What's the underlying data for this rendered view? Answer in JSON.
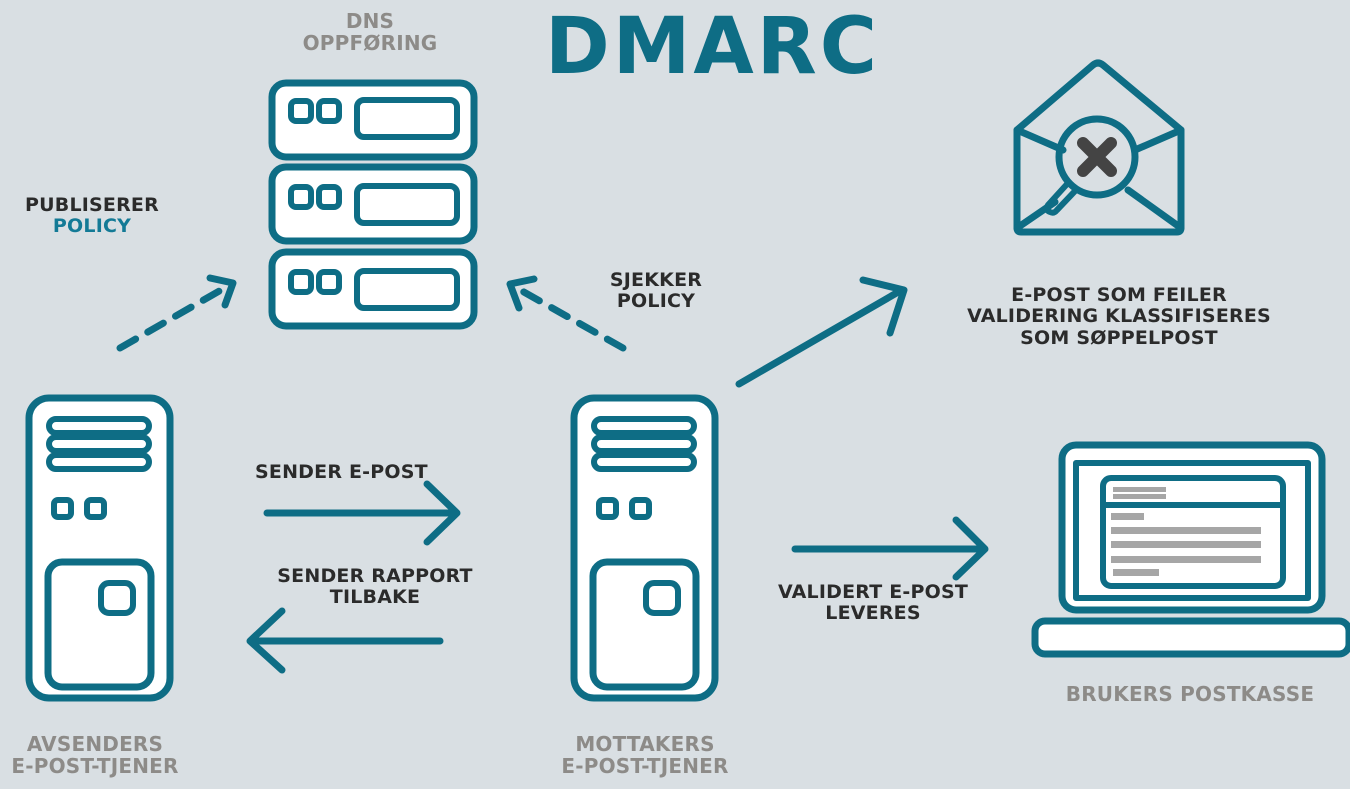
{
  "title": "DMARC",
  "colors": {
    "background": "#d9dfe3",
    "teal": "#0e6d85",
    "policy_accent": "#137a96",
    "label_dark": "#2b2b2b",
    "label_gray": "#8d8b88",
    "icon_fill": "#ffffff",
    "cross": "#444444",
    "screen_text_lines": "#a6a6a6"
  },
  "nodes": {
    "dns_record": {
      "label_lines": [
        "DNS",
        "OPPFØRING"
      ],
      "icon": "server-rack-icon"
    },
    "sender_server": {
      "label_lines": [
        "AVSENDERS",
        "E-POST-TJENER"
      ],
      "icon": "tower-server-icon"
    },
    "receiver_server": {
      "label_lines": [
        "MOTTAKERS",
        "E-POST-TJENER"
      ],
      "icon": "tower-server-icon"
    },
    "spam_mail": {
      "label_lines": [
        "E-POST SOM FEILER",
        "VALIDERING KLASSIFISERES",
        "SOM SØPPELPOST"
      ],
      "icon": "envelope-reject-icon"
    },
    "user_mailbox": {
      "label_lines": [
        "BRUKERS POSTKASSE"
      ],
      "icon": "laptop-icon"
    }
  },
  "edges": {
    "publishes_policy": {
      "label_line1": "PUBLISERER",
      "label_line2": "POLICY",
      "from": "sender_server",
      "to": "dns_record",
      "style": "dashed"
    },
    "checks_policy": {
      "label_lines": [
        "SJEKKER",
        "POLICY"
      ],
      "from": "receiver_server",
      "to": "dns_record",
      "style": "dashed"
    },
    "sends_email": {
      "label_lines": [
        "SENDER E-POST"
      ],
      "from": "sender_server",
      "to": "receiver_server",
      "style": "solid"
    },
    "sends_report_back": {
      "label_lines": [
        "SENDER RAPPORT",
        "TILBAKE"
      ],
      "from": "receiver_server",
      "to": "sender_server",
      "style": "solid"
    },
    "failed_to_spam": {
      "from": "receiver_server",
      "to": "spam_mail",
      "style": "solid"
    },
    "validated_delivered": {
      "label_lines": [
        "VALIDERT E-POST",
        "LEVERES"
      ],
      "from": "receiver_server",
      "to": "user_mailbox",
      "style": "solid"
    }
  }
}
